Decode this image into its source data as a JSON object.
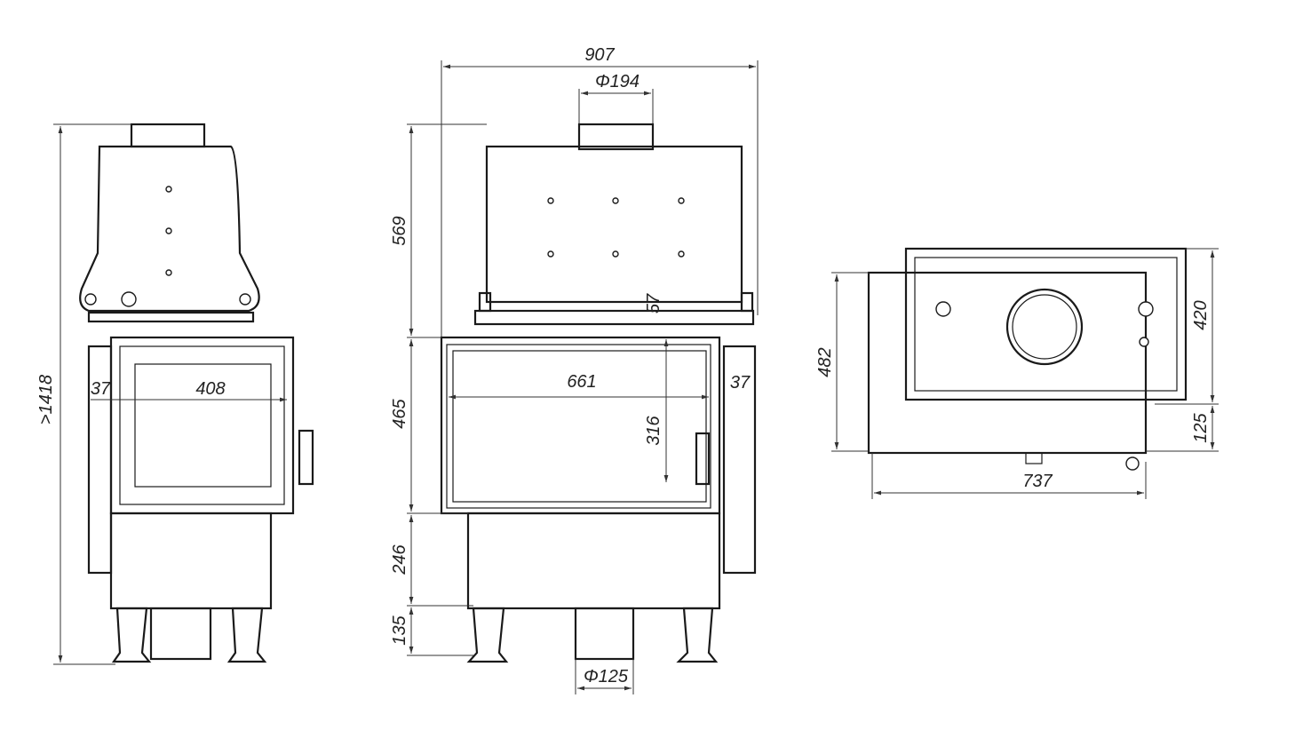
{
  "side_view": {
    "height_label": ">1418",
    "side_offset_label": "37",
    "glass_width_label": "408"
  },
  "front_view": {
    "width_label": "907",
    "flue_top_label": "Φ194",
    "upper_height_label": "569",
    "offset_label": "57",
    "glass_width_label": "661",
    "side_offset_label": "37",
    "firebox_height_label": "465",
    "glass_height_label": "316",
    "base_height_label": "246",
    "leg_height_label": "135",
    "air_inlet_label": "Φ125"
  },
  "top_view": {
    "depth_label": "482",
    "body_depth_label": "420",
    "front_depth_label": "125",
    "width_label": "737"
  }
}
